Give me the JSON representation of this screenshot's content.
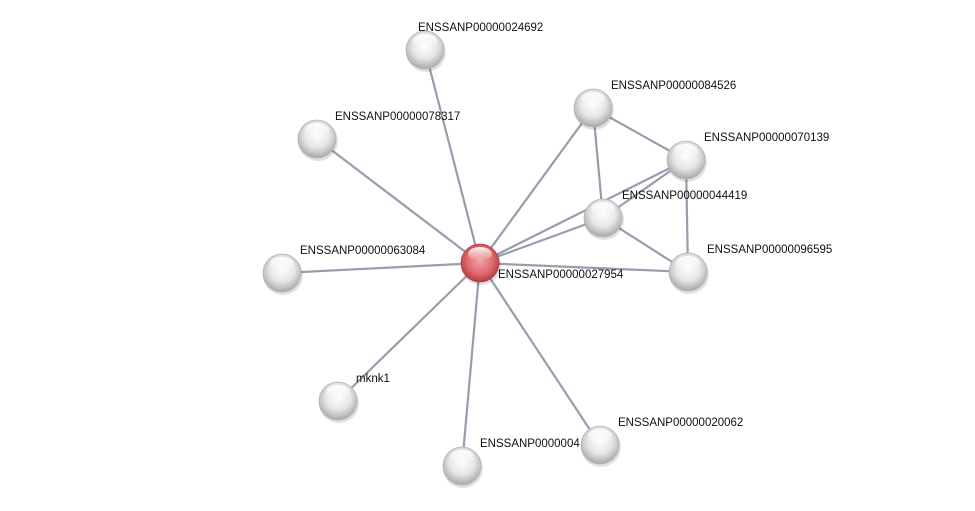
{
  "network": {
    "nodes": [
      {
        "id": "center",
        "label": "ENSSANP00000027954",
        "query": true
      },
      {
        "id": "n24692",
        "label": "ENSSANP00000024692"
      },
      {
        "id": "n78317",
        "label": "ENSSANP00000078317"
      },
      {
        "id": "n84526",
        "label": "ENSSANP00000084526"
      },
      {
        "id": "n70139",
        "label": "ENSSANP00000070139"
      },
      {
        "id": "n44419",
        "label": "ENSSANP00000044419"
      },
      {
        "id": "n96595",
        "label": "ENSSANP00000096595"
      },
      {
        "id": "n63084",
        "label": "ENSSANP00000063084"
      },
      {
        "id": "mknk1",
        "label": "mknk1"
      },
      {
        "id": "n0004",
        "label": "ENSSANP0000004"
      },
      {
        "id": "n20062",
        "label": "ENSSANP00000020062"
      }
    ],
    "edges": [
      [
        "center",
        "n24692"
      ],
      [
        "center",
        "n78317"
      ],
      [
        "center",
        "n84526"
      ],
      [
        "center",
        "n70139"
      ],
      [
        "center",
        "n44419"
      ],
      [
        "center",
        "n96595"
      ],
      [
        "center",
        "n63084"
      ],
      [
        "center",
        "mknk1"
      ],
      [
        "center",
        "n0004"
      ],
      [
        "center",
        "n20062"
      ],
      [
        "n84526",
        "n70139"
      ],
      [
        "n84526",
        "n44419"
      ],
      [
        "n70139",
        "n44419"
      ],
      [
        "n70139",
        "n96595"
      ],
      [
        "n44419",
        "n96595"
      ]
    ],
    "colors": {
      "query_node": "#d9585c",
      "node": "#e0e0e0",
      "edge": "#9a9cae"
    }
  }
}
